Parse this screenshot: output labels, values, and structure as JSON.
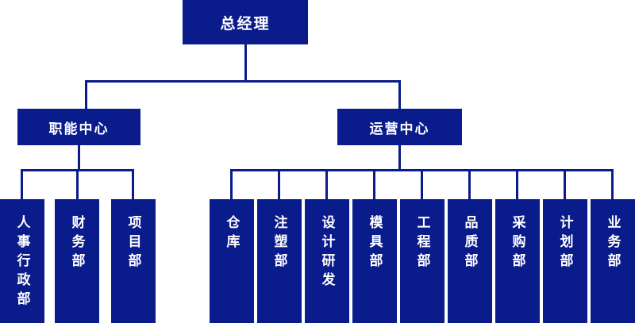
{
  "colors": {
    "box": "#0A1C8C",
    "line": "#0A1C8C",
    "text": "#FFFFFF",
    "background": "#FFFFFF"
  },
  "org": {
    "root": "总经理",
    "functional": {
      "label": "职能中心",
      "children": [
        "人事行政部",
        "财务部",
        "项目部"
      ]
    },
    "operations": {
      "label": "运营中心",
      "children": [
        "仓库",
        "注塑部",
        "设计研发",
        "模具部",
        "工程部",
        "品质部",
        "采购部",
        "计划部",
        "业务部"
      ]
    }
  }
}
